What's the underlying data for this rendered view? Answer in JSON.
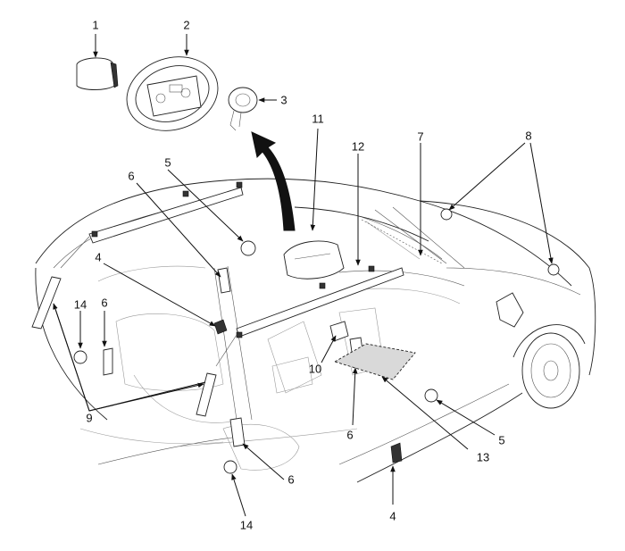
{
  "colors": {
    "line": "#222222",
    "sensor_fill": "#dddddd",
    "floor_pad_fill": "#cccccc",
    "arrow_fill": "#111111"
  },
  "callouts": [
    {
      "id": "c1",
      "label": "1"
    },
    {
      "id": "c2",
      "label": "2"
    },
    {
      "id": "c3",
      "label": "3"
    },
    {
      "id": "c4a",
      "label": "4"
    },
    {
      "id": "c4b",
      "label": "4"
    },
    {
      "id": "c5a",
      "label": "5"
    },
    {
      "id": "c5b",
      "label": "5"
    },
    {
      "id": "c6a",
      "label": "6"
    },
    {
      "id": "c6b",
      "label": "6"
    },
    {
      "id": "c6c",
      "label": "6"
    },
    {
      "id": "c6d",
      "label": "6"
    },
    {
      "id": "c7",
      "label": "7"
    },
    {
      "id": "c8",
      "label": "8"
    },
    {
      "id": "c9",
      "label": "9"
    },
    {
      "id": "c10",
      "label": "10"
    },
    {
      "id": "c11",
      "label": "11"
    },
    {
      "id": "c12",
      "label": "12"
    },
    {
      "id": "c13",
      "label": "13"
    },
    {
      "id": "c14a",
      "label": "14"
    },
    {
      "id": "c14b",
      "label": "14"
    }
  ]
}
